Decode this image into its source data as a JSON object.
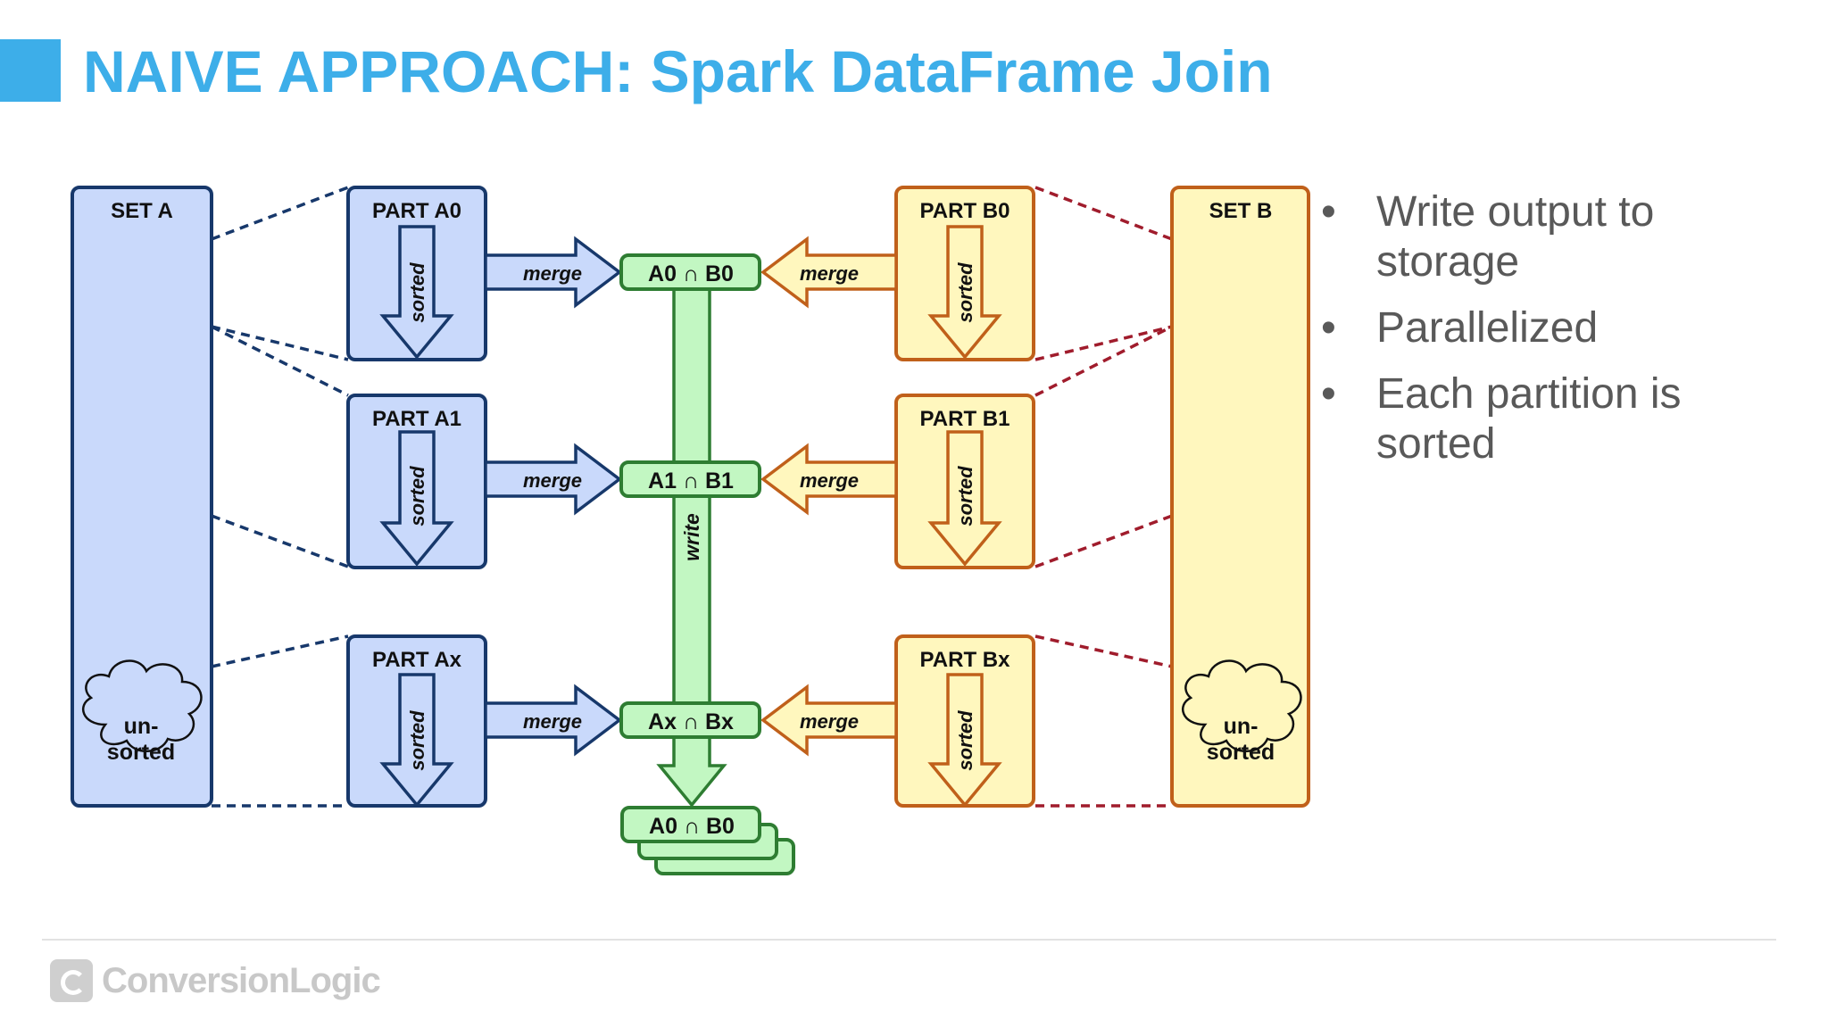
{
  "title": "NAIVE APPROACH: Spark DataFrame Join",
  "set_a": {
    "label": "SET A",
    "cloud": [
      "un-",
      "sorted"
    ]
  },
  "set_b": {
    "label": "SET B",
    "cloud": [
      "un-",
      "sorted"
    ]
  },
  "parts_a": [
    "PART A0",
    "PART A1",
    "PART Ax"
  ],
  "parts_b": [
    "PART B0",
    "PART B1",
    "PART Bx"
  ],
  "sorted_label": "sorted",
  "merge_label": "merge",
  "write_label": "write",
  "joins": [
    {
      "left": "A0",
      "right": "B0"
    },
    {
      "left": "A1",
      "right": "B1"
    },
    {
      "left": "Ax",
      "right": "Bx"
    }
  ],
  "output": {
    "left": "A0",
    "right": "B0"
  },
  "intersect_symbol": "∩",
  "bullets": [
    "Write output to storage",
    "Parallelized",
    "Each partition is sorted"
  ],
  "logo": "ConversionLogic",
  "colors": {
    "accent": "#3daee9",
    "blue_fill": "#c9d9fb",
    "blue_stroke": "#17386b",
    "yellow_fill": "#fff7be",
    "yellow_stroke": "#c0601a",
    "green_fill": "#c2f7c2",
    "green_stroke": "#2e7d32",
    "red_dash": "#a01c2c"
  }
}
